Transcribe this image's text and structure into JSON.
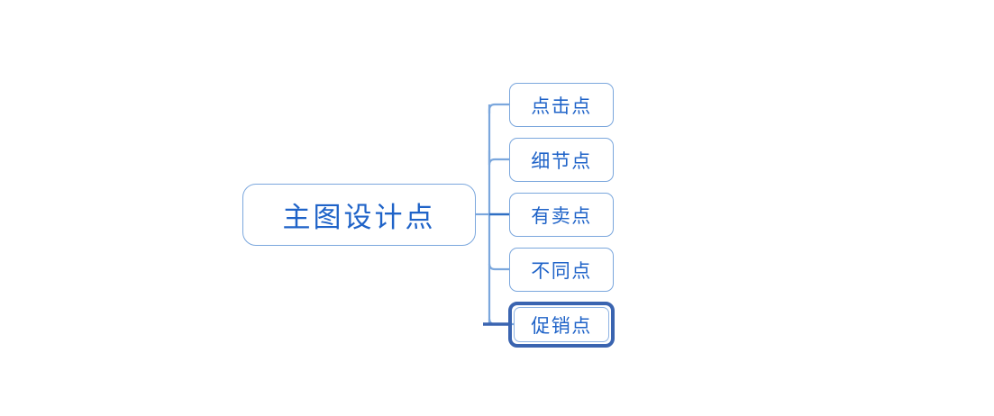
{
  "diagram": {
    "type": "mind-map",
    "title": "主图设计点",
    "orientation": "left-to-right",
    "background_color": "#ffffff",
    "accent_color": "#1f63c8",
    "border_color": "#7ba7dd",
    "selection_color": "#3a64b0",
    "root": {
      "label": "主图设计点"
    },
    "children": [
      {
        "label": "点击点",
        "selected": false
      },
      {
        "label": "细节点",
        "selected": false
      },
      {
        "label": "有卖点",
        "selected": false
      },
      {
        "label": "不同点",
        "selected": false
      },
      {
        "label": "促销点",
        "selected": true
      }
    ]
  }
}
